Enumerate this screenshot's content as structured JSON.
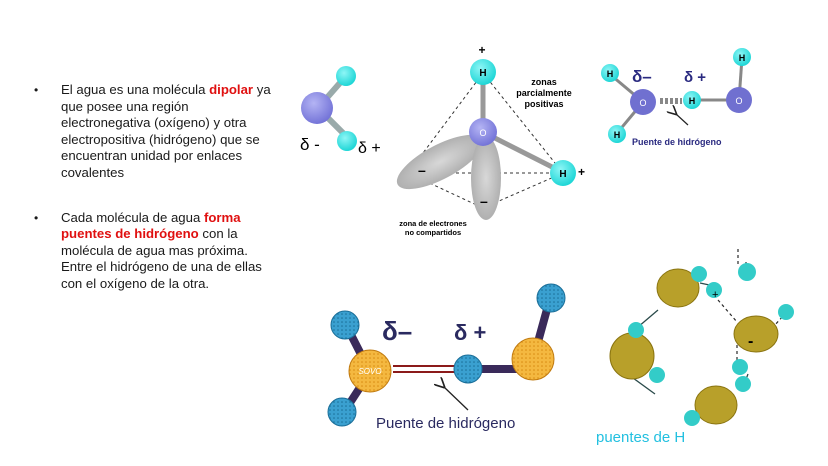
{
  "bullets": [
    {
      "before": "El agua es una molécula ",
      "highlight": "dipolar",
      "after": " ya que posee una región electronegativa (oxígeno) y otra electropositiva (hidrógeno) que se encuentran unidad por enlaces covalentes"
    },
    {
      "before": "Cada molécula de agua ",
      "highlight": "forma puentes de hidrógeno",
      "after": " con la molécula de agua mas próxima. Entre el hidrógeno de una de ellas con el oxígeno de la otra."
    }
  ],
  "fig1": {
    "delta_minus": "δ -",
    "delta_plus": "δ +"
  },
  "fig2": {
    "h_top": "H",
    "h_right": "H",
    "o_center": "O",
    "plus_top": "+",
    "plus_right": "+",
    "minus_left": "–",
    "minus_bottom": "–",
    "zonas_positivas": [
      "zonas",
      "parcialmente",
      "positivas"
    ],
    "zona_electrones": [
      "zona de electrones",
      "no compartidos"
    ]
  },
  "fig3": {
    "delta_minus": "δ–",
    "delta_plus": "δ +",
    "h_labels": [
      "H",
      "H",
      "H",
      "H"
    ],
    "o_labels": [
      "O",
      "O"
    ],
    "caption": "Puente de hidrógeno"
  },
  "fig4": {
    "delta_minus": "δ–",
    "delta_plus": "δ +",
    "o_label": "SOVO",
    "caption": "Puente de hidrógeno"
  },
  "fig5": {
    "plus": "+",
    "minus": "-",
    "caption": "puentes de H"
  },
  "colors": {
    "highlight": "#e01010",
    "hydrogen": "#33e6e6",
    "oxygen": "#8e8ee6",
    "fig3_oxygen": "#7070d0",
    "fig4_oxygen": "#f2b640",
    "fig4_hydrogen": "#3a9ac8",
    "fig5_oxygen": "#b8a02a",
    "fig5_hydrogen": "#33ccc8"
  }
}
